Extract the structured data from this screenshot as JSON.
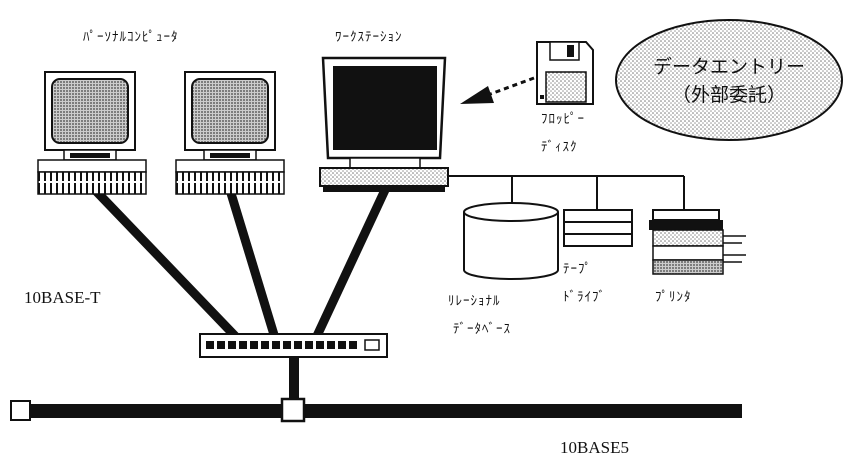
{
  "labels": {
    "personal_computer": "ﾊﾟｰｿﾅﾙｺﾝﾋﾟｭｰﾀ",
    "workstation": "ﾜｰｸｽﾃｰｼｮﾝ",
    "data_entry": "データエントリー",
    "outsourcing": "（外部委託）",
    "floppy_line1": "ﾌﾛｯﾋﾟｰ",
    "floppy_line2": "ﾃﾞｨｽｸ",
    "tenbase_t": "10BASE-T",
    "rdb_line1": "ﾘﾚｰｼｮﾅﾙ",
    "rdb_line2": "ﾃﾞｰﾀﾍﾞｰｽ",
    "tape_line1": "ﾃｰﾌﾟ",
    "tape_line2": "ﾄﾞﾗｲﾌﾞ",
    "printer": "ﾌﾟﾘﾝﾀ",
    "tenbase5": "10BASE5"
  }
}
